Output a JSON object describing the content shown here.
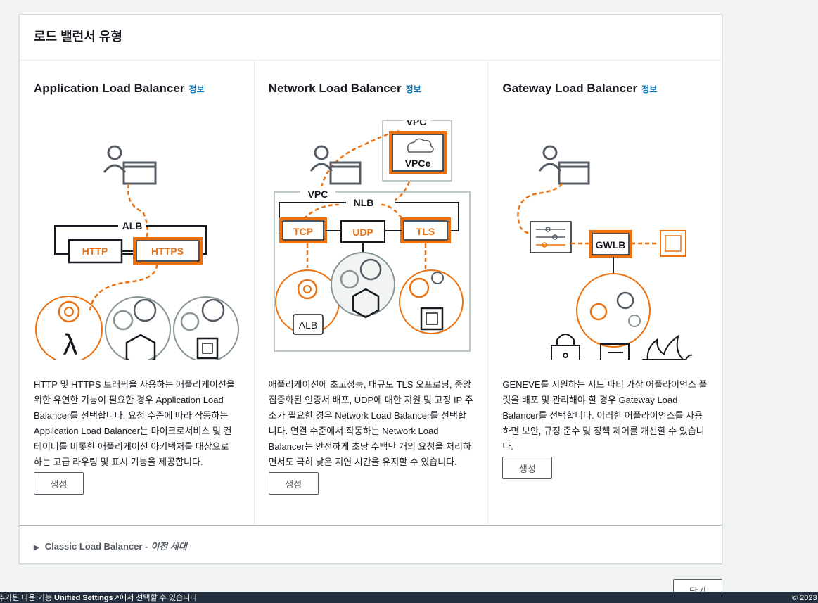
{
  "panel": {
    "title": "로드 밸런서 유형"
  },
  "cards": [
    {
      "title": "Application Load Balancer",
      "info": "정보",
      "description": "HTTP 및 HTTPS 트래픽을 사용하는 애플리케이션을 위한 유연한 기능이 필요한 경우 Application Load Balancer를 선택합니다. 요청 수준에 따라 작동하는 Application Load Balancer는 마이크로서비스 및 컨테이너를 비롯한 애플리케이션 아키텍처를 대상으로 하는 고급 라우팅 및 표시 기능을 제공합니다.",
      "button": "생성",
      "diagram": {
        "box_label": "ALB",
        "left": "HTTP",
        "right": "HTTPS"
      }
    },
    {
      "title": "Network Load Balancer",
      "info": "정보",
      "description": "애플리케이션에 초고성능, 대규모 TLS 오프로딩, 중앙 집중화된 인증서 배포, UDP에 대한 지원 및 고정 IP 주소가 필요한 경우 Network Load Balancer를 선택합니다. 연결 수준에서 작동하는 Network Load Balancer는 안전하게 초당 수백만 개의 요청을 처리하면서도 극히 낮은 지연 시간을 유지할 수 있습니다.",
      "button": "생성",
      "diagram": {
        "vpc_top": "VPC",
        "vpce": "VPCe",
        "vpc": "VPC",
        "nlb": "NLB",
        "tcp": "TCP",
        "udp": "UDP",
        "tls": "TLS",
        "alb": "ALB"
      }
    },
    {
      "title": "Gateway Load Balancer",
      "info": "정보",
      "description": "GENEVE를 지원하는 서드 파티 가상 어플라이언스 플릿을 배포 및 관리해야 할 경우 Gateway Load Balancer를 선택합니다. 이러한 어플라이언스를 사용하면 보안, 규정 준수 및 정책 제어를 개선할 수 있습니다.",
      "button": "생성",
      "diagram": {
        "gwlb": "GWLB"
      }
    }
  ],
  "classic": {
    "label": "Classic Load Balancer -",
    "generation": "이전 세대"
  },
  "close_button": "닫기",
  "footer": {
    "prefix": "추가된 다음 기능",
    "link": "Unified Settings",
    "suffix": "에서 선택할 수 있습니다",
    "copyright": "© 2023"
  },
  "colors": {
    "accent": "#ec7211",
    "link": "#0073bb",
    "footer_bg": "#232f3e"
  }
}
